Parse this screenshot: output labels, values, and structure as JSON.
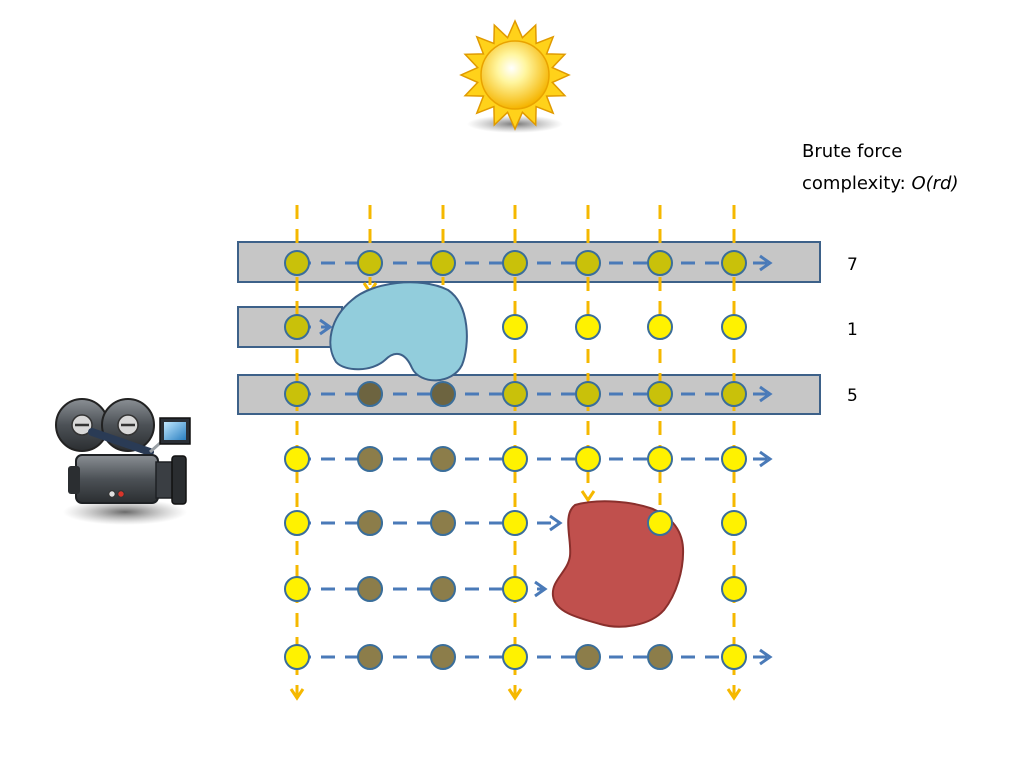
{
  "annotation": {
    "line1": "Brute force",
    "line2_prefix": "complexity: ",
    "line2_formula": "O(rd)"
  },
  "rows": [
    {
      "label": "7"
    },
    {
      "label": "1"
    },
    {
      "label": "5"
    },
    {
      "label": ""
    },
    {
      "label": ""
    },
    {
      "label": ""
    },
    {
      "label": ""
    }
  ],
  "grid": {
    "columns": 7,
    "rows": 7,
    "cells": [
      [
        "lit",
        "lit",
        "lit",
        "lit",
        "lit",
        "lit",
        "lit"
      ],
      [
        "lit",
        "none",
        "none",
        "yellow",
        "yellow",
        "yellow",
        "yellow"
      ],
      [
        "lit",
        "dark",
        "dark",
        "lit",
        "lit",
        "lit",
        "lit"
      ],
      [
        "yellow",
        "shadow",
        "shadow",
        "yellow",
        "yellow",
        "yellow",
        "yellow"
      ],
      [
        "yellow",
        "shadow",
        "shadow",
        "yellow",
        "none",
        "yellow",
        "yellow"
      ],
      [
        "yellow",
        "shadow",
        "shadow",
        "yellow",
        "none",
        "none",
        "yellow"
      ],
      [
        "yellow",
        "shadow",
        "shadow",
        "yellow",
        "shadow",
        "shadow",
        "yellow"
      ]
    ],
    "highlighted_rows": [
      0,
      1,
      2
    ],
    "bottom_arrow_columns": [
      0,
      3,
      6
    ]
  },
  "colors": {
    "point_yellow": "#fff200",
    "point_lit": "#c9c10a",
    "point_shadow": "#8c7d4a",
    "point_dark": "#6d6440",
    "point_outline": "#3a6e9a",
    "ray_dash": "#4a7ab8",
    "light_dash": "#f5b800",
    "highlight_fill": "#c6c6c6",
    "highlight_stroke": "#3d6189",
    "blue_blob": "#92cddc",
    "red_blob": "#c0504d"
  },
  "icons": {
    "light": "sun-icon",
    "viewer": "video-camera-icon"
  }
}
